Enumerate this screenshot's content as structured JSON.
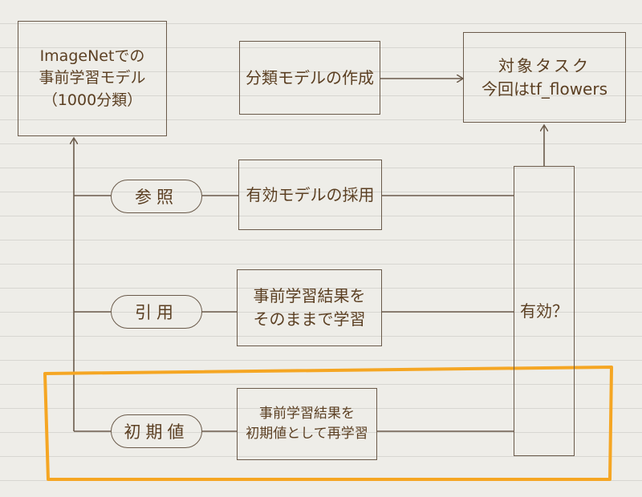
{
  "nodes": {
    "source": {
      "lines": [
        "ImageNetでの",
        "事前学習モデル",
        "（1000分類）"
      ]
    },
    "create": {
      "label": "分類モデルの作成"
    },
    "target": {
      "lines": [
        "対象タスク",
        "今回はtf_flowers"
      ]
    },
    "adopt": {
      "label": "有効モデルの採用"
    },
    "reuse": {
      "lines": [
        "事前学習結果を",
        "そのままで学習"
      ]
    },
    "retrain": {
      "lines": [
        "事前学習結果を",
        "初期値として再学習"
      ]
    },
    "effective": {
      "label": "有効？"
    }
  },
  "methods": {
    "reference": "参照",
    "citation": "引用",
    "initial": "初期値"
  },
  "colors": {
    "ink": "#5b3f22",
    "line": "#6a5a4a",
    "highlight": "#f5a623",
    "paper": "#eeede8"
  }
}
